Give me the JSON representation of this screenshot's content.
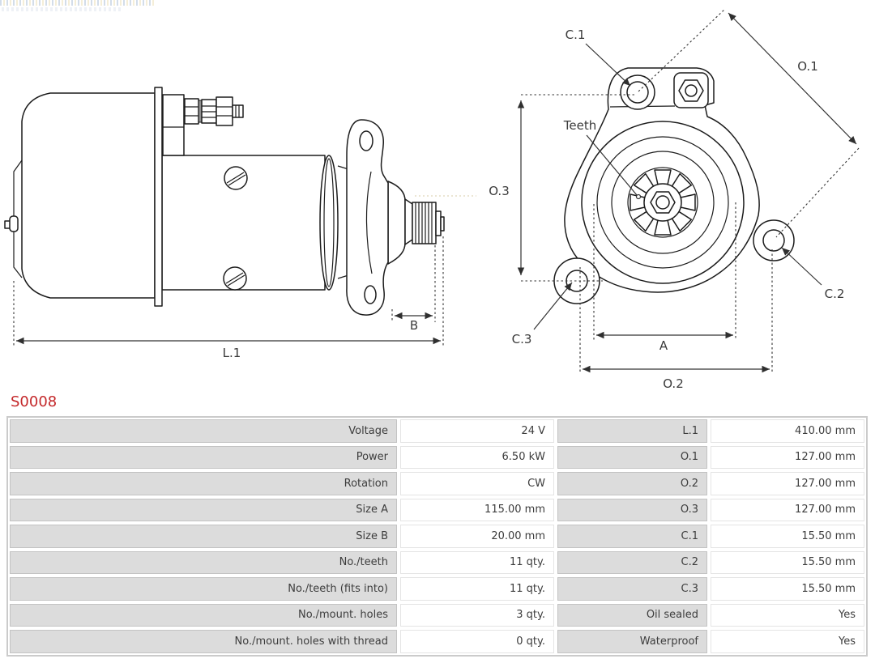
{
  "part_number": "S0008",
  "accent_color": "#c4292b",
  "diagram": {
    "side_view_labels": {
      "l1": "L.1",
      "b": "B"
    },
    "front_view_labels": {
      "o1": "O.1",
      "o2": "O.2",
      "o3": "O.3",
      "a": "A",
      "c1": "C.1",
      "c2": "C.2",
      "c3": "C.3",
      "teeth": "Teeth"
    }
  },
  "spec_table": {
    "rows": [
      {
        "left_label": "Voltage",
        "left_value": "24 V",
        "right_label": "L.1",
        "right_value": "410.00 mm"
      },
      {
        "left_label": "Power",
        "left_value": "6.50 kW",
        "right_label": "O.1",
        "right_value": "127.00 mm"
      },
      {
        "left_label": "Rotation",
        "left_value": "CW",
        "right_label": "O.2",
        "right_value": "127.00 mm"
      },
      {
        "left_label": "Size A",
        "left_value": "115.00 mm",
        "right_label": "O.3",
        "right_value": "127.00 mm"
      },
      {
        "left_label": "Size B",
        "left_value": "20.00 mm",
        "right_label": "C.1",
        "right_value": "15.50 mm"
      },
      {
        "left_label": "No./teeth",
        "left_value": "11 qty.",
        "right_label": "C.2",
        "right_value": "15.50 mm"
      },
      {
        "left_label": "No./teeth (fits into)",
        "left_value": "11 qty.",
        "right_label": "C.3",
        "right_value": "15.50 mm"
      },
      {
        "left_label": "No./mount. holes",
        "left_value": "3 qty.",
        "right_label": "Oil sealed",
        "right_value": "Yes"
      },
      {
        "left_label": "No./mount. holes with thread",
        "left_value": "0 qty.",
        "right_label": "Waterproof",
        "right_value": "Yes"
      }
    ]
  }
}
